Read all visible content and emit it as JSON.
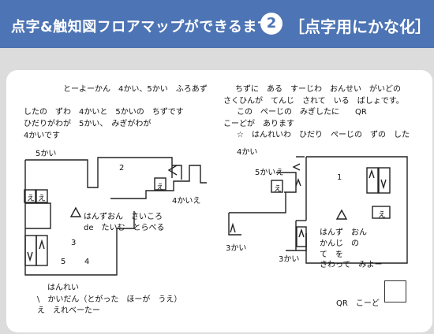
{
  "header": {
    "title": "点字&触知図フロアマップができるまで",
    "step": "2",
    "subtitle": "［点字用にかな化］"
  },
  "left": {
    "line1": "とーよーかん　4かい、5かい　ふろあず",
    "line2": "したの　ずわ　4かいと　5かいの　ちずです",
    "line3": "ひだりがわが　5かい、　みぎがわが",
    "line4": "4かいです",
    "floor5": "5かい",
    "room2": "2",
    "e_mark": "え",
    "triangle_text1": "はんずおん　さいころ",
    "triangle_text2": "de　たいむ　とらべる",
    "room3": "3",
    "room5": "5",
    "room4": "4",
    "floor4e": "4かいえ",
    "legend_title": "はんれい",
    "legend_1": "\\　かいだん（とがった　ほーが　うえ）",
    "legend_2": "え　えれべーたー"
  },
  "right": {
    "line1": "ちずに　ある　すーじわ　おんせい　がいどの",
    "line2": "さくひんが　てんじ　されて　いる　ばしょです。",
    "line3": "この　ぺーじの　みぎしたに　　QR",
    "line4": "こーどが　あります",
    "line5": "☆　はんれいわ　ひだり　ぺーじの　ずの　した",
    "floor4": "4かい",
    "floor5e": "5かいえ",
    "room1": "1",
    "triangle_text1": "はんず　おん",
    "triangle_text2": "かんじ　の",
    "triangle_text3": "て　を",
    "triangle_text4": "さわって　みよー",
    "floor3a": "3かい",
    "floor3b": "3かい",
    "qr_label": "QR　こーど"
  },
  "colors": {
    "header_bg": "#4d74b4",
    "panel_bg": "#dcdcdc",
    "card_bg": "#ffffff"
  }
}
